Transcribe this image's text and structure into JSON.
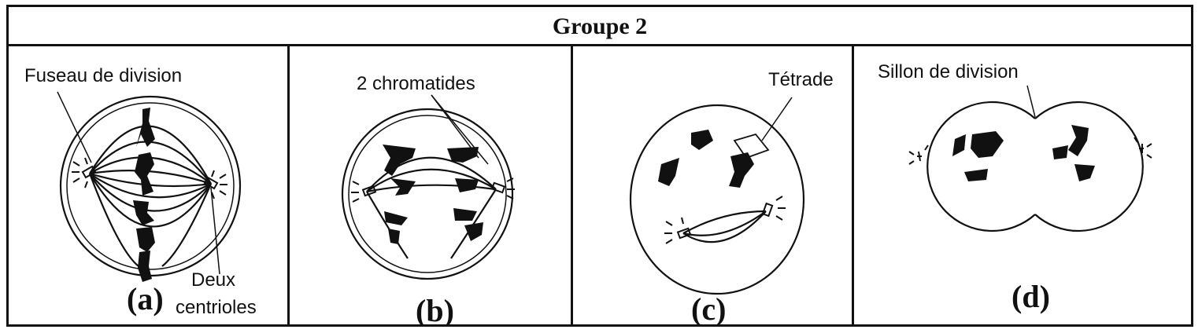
{
  "title": "Groupe 2",
  "panels": {
    "a": {
      "tag": "(a)",
      "label_spindle": "Fuseau de division",
      "label_centrioles_1": "Deux",
      "label_centrioles_2": "centrioles"
    },
    "b": {
      "tag": "(b)",
      "label_chromatids": "2 chromatides"
    },
    "c": {
      "tag": "(c)",
      "label_tetrad": "Tétrade"
    },
    "d": {
      "tag": "(d)",
      "label_furrow": "Sillon de division"
    }
  }
}
